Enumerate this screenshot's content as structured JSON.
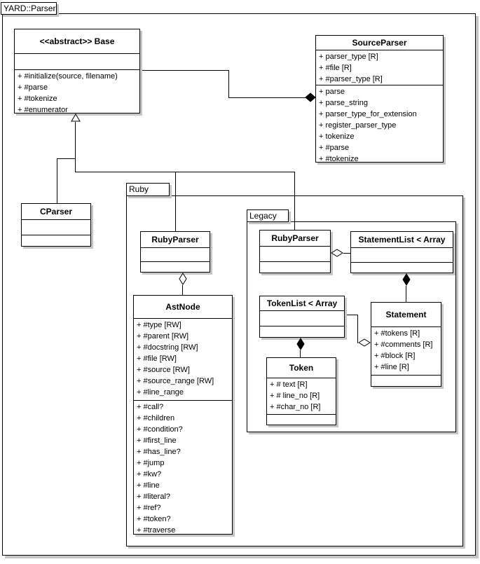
{
  "diagram": {
    "title": "YARD::Parser"
  },
  "colors": {
    "border": "#000000",
    "fill": "#ffffff",
    "shadow": "#c6c6c6",
    "text": "#000000"
  },
  "packages": {
    "ruby": {
      "label": "Ruby"
    },
    "legacy": {
      "label": "Legacy"
    }
  },
  "classes": {
    "base": {
      "title": "<<abstract>> Base",
      "attributes": [],
      "methods": [
        "+ #initialize(source, filename)",
        "+ #parse",
        "+ #tokenize",
        "+ #enumerator"
      ]
    },
    "source_parser": {
      "title": "SourceParser",
      "attributes": [
        "+ parser_type [R]",
        "+ #file [R]",
        "+ #parser_type [R]"
      ],
      "methods": [
        "+ parse",
        "+ parse_string",
        "+ parser_type_for_extension",
        "+ register_parser_type",
        "+ tokenize",
        "+ #parse",
        "+ #tokenize"
      ]
    },
    "c_parser": {
      "title": "CParser",
      "attributes": [],
      "methods": []
    },
    "ruby_parser": {
      "title": "RubyParser",
      "attributes": [],
      "methods": []
    },
    "ast_node": {
      "title": "AstNode",
      "attributes": [
        "+ #type [RW]",
        "+ #parent [RW]",
        "+ #docstring [RW]",
        "+ #file [RW]",
        "+ #source [RW]",
        "+ #source_range [RW]",
        "+ #line_range"
      ],
      "methods": [
        "+ #call?",
        "+ #children",
        "+ #condition?",
        "+ #first_line",
        "+ #has_line?",
        "+ #jump",
        "+ #kw?",
        "+ #line",
        "+ #literal?",
        "+ #ref?",
        "+ #token?",
        "+ #traverse"
      ]
    },
    "legacy_ruby_parser": {
      "title": "RubyParser",
      "attributes": [],
      "methods": []
    },
    "statement_list": {
      "title": "StatementList < Array",
      "attributes": [],
      "methods": []
    },
    "token_list": {
      "title": "TokenList < Array",
      "attributes": [],
      "methods": []
    },
    "token": {
      "title": "Token",
      "attributes": [
        "+ # text [R]",
        "+ # line_no [R]",
        "+ #char_no [R]"
      ],
      "methods": []
    },
    "statement": {
      "title": "Statement",
      "attributes": [
        "+ #tokens [R]",
        "+ #comments [R]",
        "+ #block [R]",
        "+ #line [R]"
      ],
      "methods": []
    }
  },
  "relationships": [
    {
      "from": "SourceParser",
      "to": "Base",
      "type": "composition"
    },
    {
      "from": "CParser",
      "to": "Base",
      "type": "inheritance"
    },
    {
      "from": "Ruby::RubyParser",
      "to": "Base",
      "type": "inheritance"
    },
    {
      "from": "Ruby::Legacy::RubyParser",
      "to": "Base",
      "type": "inheritance"
    },
    {
      "from": "Ruby::RubyParser",
      "to": "AstNode",
      "type": "aggregation"
    },
    {
      "from": "Legacy::RubyParser",
      "to": "StatementList",
      "type": "aggregation"
    },
    {
      "from": "StatementList",
      "to": "Statement",
      "type": "composition"
    },
    {
      "from": "TokenList",
      "to": "Token",
      "type": "composition"
    },
    {
      "from": "Statement",
      "to": "TokenList",
      "type": "aggregation"
    }
  ]
}
